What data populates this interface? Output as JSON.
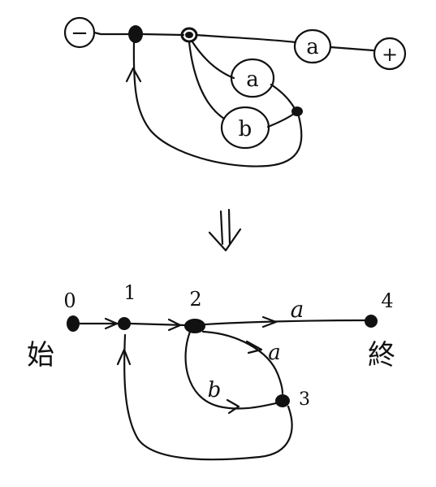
{
  "top_diagram": {
    "start_symbol": "−",
    "end_symbol": "+",
    "symbols": {
      "a_top": "a",
      "a_loop": "a",
      "b_loop": "b"
    }
  },
  "transform_arrow": "⇓",
  "bottom_diagram": {
    "states": [
      {
        "id": "0",
        "label": "0"
      },
      {
        "id": "1",
        "label": "1"
      },
      {
        "id": "2",
        "label": "2"
      },
      {
        "id": "3",
        "label": "3"
      },
      {
        "id": "4",
        "label": "4"
      }
    ],
    "start_label": "始",
    "end_label": "終",
    "transitions": {
      "two_to_four": "a",
      "two_to_three_upper": "a",
      "two_to_three_lower": "b"
    }
  }
}
